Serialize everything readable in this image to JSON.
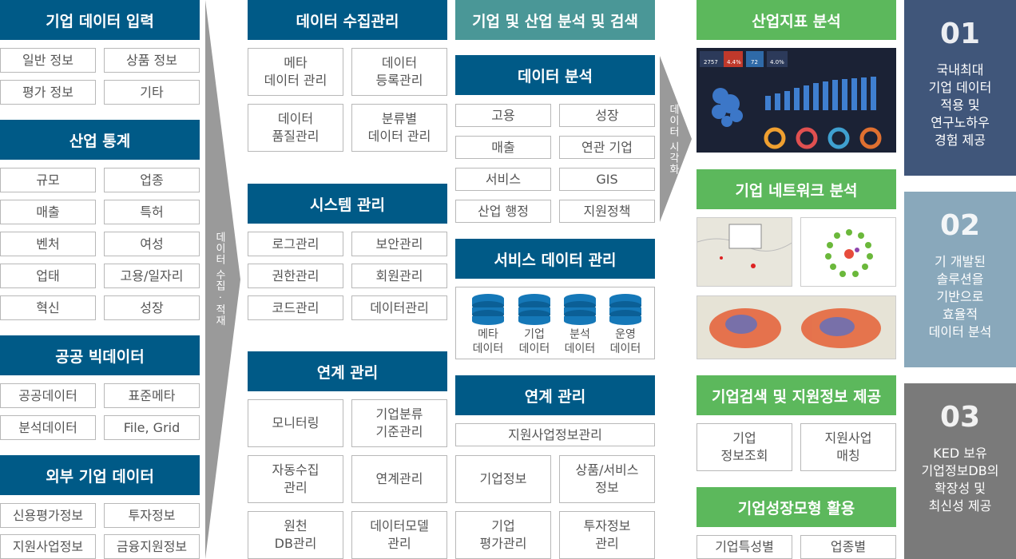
{
  "col1": {
    "sections": [
      {
        "title": "기업 데이터 입력",
        "items": [
          "일반 정보",
          "상품 정보",
          "평가 정보",
          "기타"
        ]
      },
      {
        "title": "산업 통계",
        "items": [
          "규모",
          "업종",
          "매출",
          "특허",
          "벤처",
          "여성",
          "업태",
          "고용/일자리",
          "혁신",
          "성장"
        ]
      },
      {
        "title": "공공 빅데이터",
        "items": [
          "공공데이터",
          "표준메타",
          "분석데이터",
          "File, Grid"
        ]
      },
      {
        "title": "외부 기업 데이터",
        "items": [
          "신용평가정보",
          "투자정보",
          "지원사업정보",
          "금융지원정보"
        ]
      }
    ]
  },
  "arrow1": {
    "label": "데이터 수집 · 적재"
  },
  "col2": {
    "sections": [
      {
        "title": "데이터 수집관리",
        "items": [
          "메타\n데이터 관리",
          "데이터\n등록관리",
          "데이터\n품질관리",
          "분류별\n데이터 관리"
        ]
      },
      {
        "title": "시스템 관리",
        "items": [
          "로그관리",
          "보안관리",
          "권한관리",
          "회원관리",
          "코드관리",
          "데이터관리"
        ]
      },
      {
        "title": "연계 관리",
        "items": [
          "모니터링",
          "기업분류\n기준관리",
          "자동수집\n관리",
          "연계관리",
          "원천\nDB관리",
          "데이터모델\n관리"
        ]
      }
    ]
  },
  "col3": {
    "top_title": "기업 및 산업 분석 및 검색",
    "analysis": {
      "title": "데이터 분석",
      "items": [
        "고용",
        "성장",
        "매출",
        "연관 기업",
        "서비스",
        "GIS",
        "산업 행정",
        "지원정책"
      ]
    },
    "service": {
      "title": "서비스 데이터 관리",
      "dbs": [
        "메타\n데이터",
        "기업\n데이터",
        "분석\n데이터",
        "운영\n데이터"
      ]
    },
    "link": {
      "title": "연계 관리",
      "wide": "지원사업정보관리",
      "items": [
        "기업정보",
        "상품/서비스\n정보",
        "기업\n평가관리",
        "투자정보\n관리"
      ]
    }
  },
  "arrow2": {
    "label": "데이터 시각화"
  },
  "col4": {
    "s1": {
      "title": "산업지표 분석",
      "dash": [
        "2757",
        "4.4%",
        "72",
        "4.0%"
      ]
    },
    "s2": {
      "title": "기업 네트워크 분석"
    },
    "s3": {
      "title": "기업검색 및 지원정보 제공",
      "items": [
        "기업\n정보조회",
        "지원사업\n매칭"
      ]
    },
    "s4": {
      "title": "기업성장모형 활용",
      "items": [
        "기업특성별",
        "업종별"
      ]
    }
  },
  "panels": [
    {
      "num": "01",
      "text": "국내최대\n기업 데이터\n적용 및\n연구노하우\n경험 제공",
      "color": "#40567a"
    },
    {
      "num": "02",
      "text": "기 개발된\n솔루션을\n기반으로\n효율적\n데이터 분석",
      "color": "#89a8bb"
    },
    {
      "num": "03",
      "text": "KED 보유\n기업정보DB의\n확장성 및\n최신성 제공",
      "color": "#7a7a7a"
    }
  ],
  "colors": {
    "blue": "#005a87",
    "teal": "#4a9797",
    "green": "#5cb85c",
    "arrow": "#9a9a9a"
  }
}
